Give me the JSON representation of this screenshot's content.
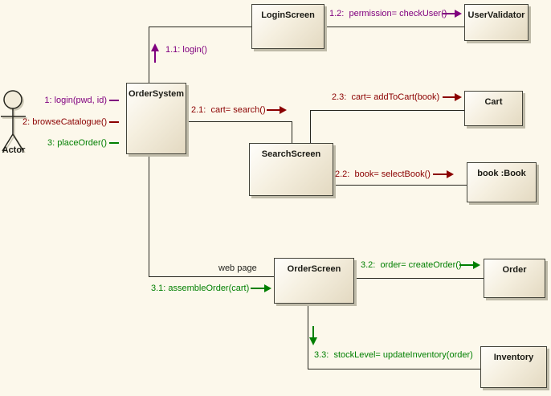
{
  "diagram": {
    "type": "uml-communication-diagram",
    "background_color": "#FCF8EB",
    "line_color": "#26261E",
    "colors": {
      "sequence1_purple": "#80007F",
      "sequence2_darkred": "#8B0000",
      "sequence3_green": "#007F00",
      "node_fill_light": "#FFFEFB",
      "node_fill_dark": "#E3D9C1",
      "node_border": "#44443A",
      "node_shadow": "#BFBBA9"
    },
    "actor": {
      "label": "Actor"
    },
    "nodes": {
      "loginScreen": {
        "label": "LoginScreen"
      },
      "userValidator": {
        "label": "UserValidator"
      },
      "orderSystem": {
        "label": "OrderSystem"
      },
      "cart": {
        "label": "Cart"
      },
      "searchScreen": {
        "label": "SearchScreen"
      },
      "book": {
        "label": "book :Book"
      },
      "orderScreen": {
        "label": "OrderScreen"
      },
      "order": {
        "label": "Order"
      },
      "inventory": {
        "label": "Inventory"
      }
    },
    "messages": {
      "m1": {
        "text": "1: login(pwd, id)",
        "color": "#80007F"
      },
      "m2": {
        "text": "2: browseCatalogue()",
        "color": "#8B0000"
      },
      "m3": {
        "text": "3: placeOrder()",
        "color": "#007F00"
      },
      "m1_1": {
        "text": "1.1: login()",
        "color": "#80007F"
      },
      "m1_2": {
        "text": "1.2:  permission= checkUser()",
        "color": "#80007F"
      },
      "m2_1": {
        "text": "2.1:  cart= search()",
        "color": "#8B0000"
      },
      "m2_2": {
        "text": "2.2:  book= selectBook()",
        "color": "#8B0000"
      },
      "m2_3": {
        "text": "2.3:  cart= addToCart(book)",
        "color": "#8B0000"
      },
      "m3_1": {
        "text": "3.1: assembleOrder(cart)",
        "color": "#007F00"
      },
      "m3_2": {
        "text": "3.2:  order= createOrder()",
        "color": "#007F00"
      },
      "m3_3": {
        "text": "3.3:  stockLevel= updateInventory(order)",
        "color": "#007F00"
      }
    },
    "links": {
      "web_page_label": "web page"
    }
  }
}
